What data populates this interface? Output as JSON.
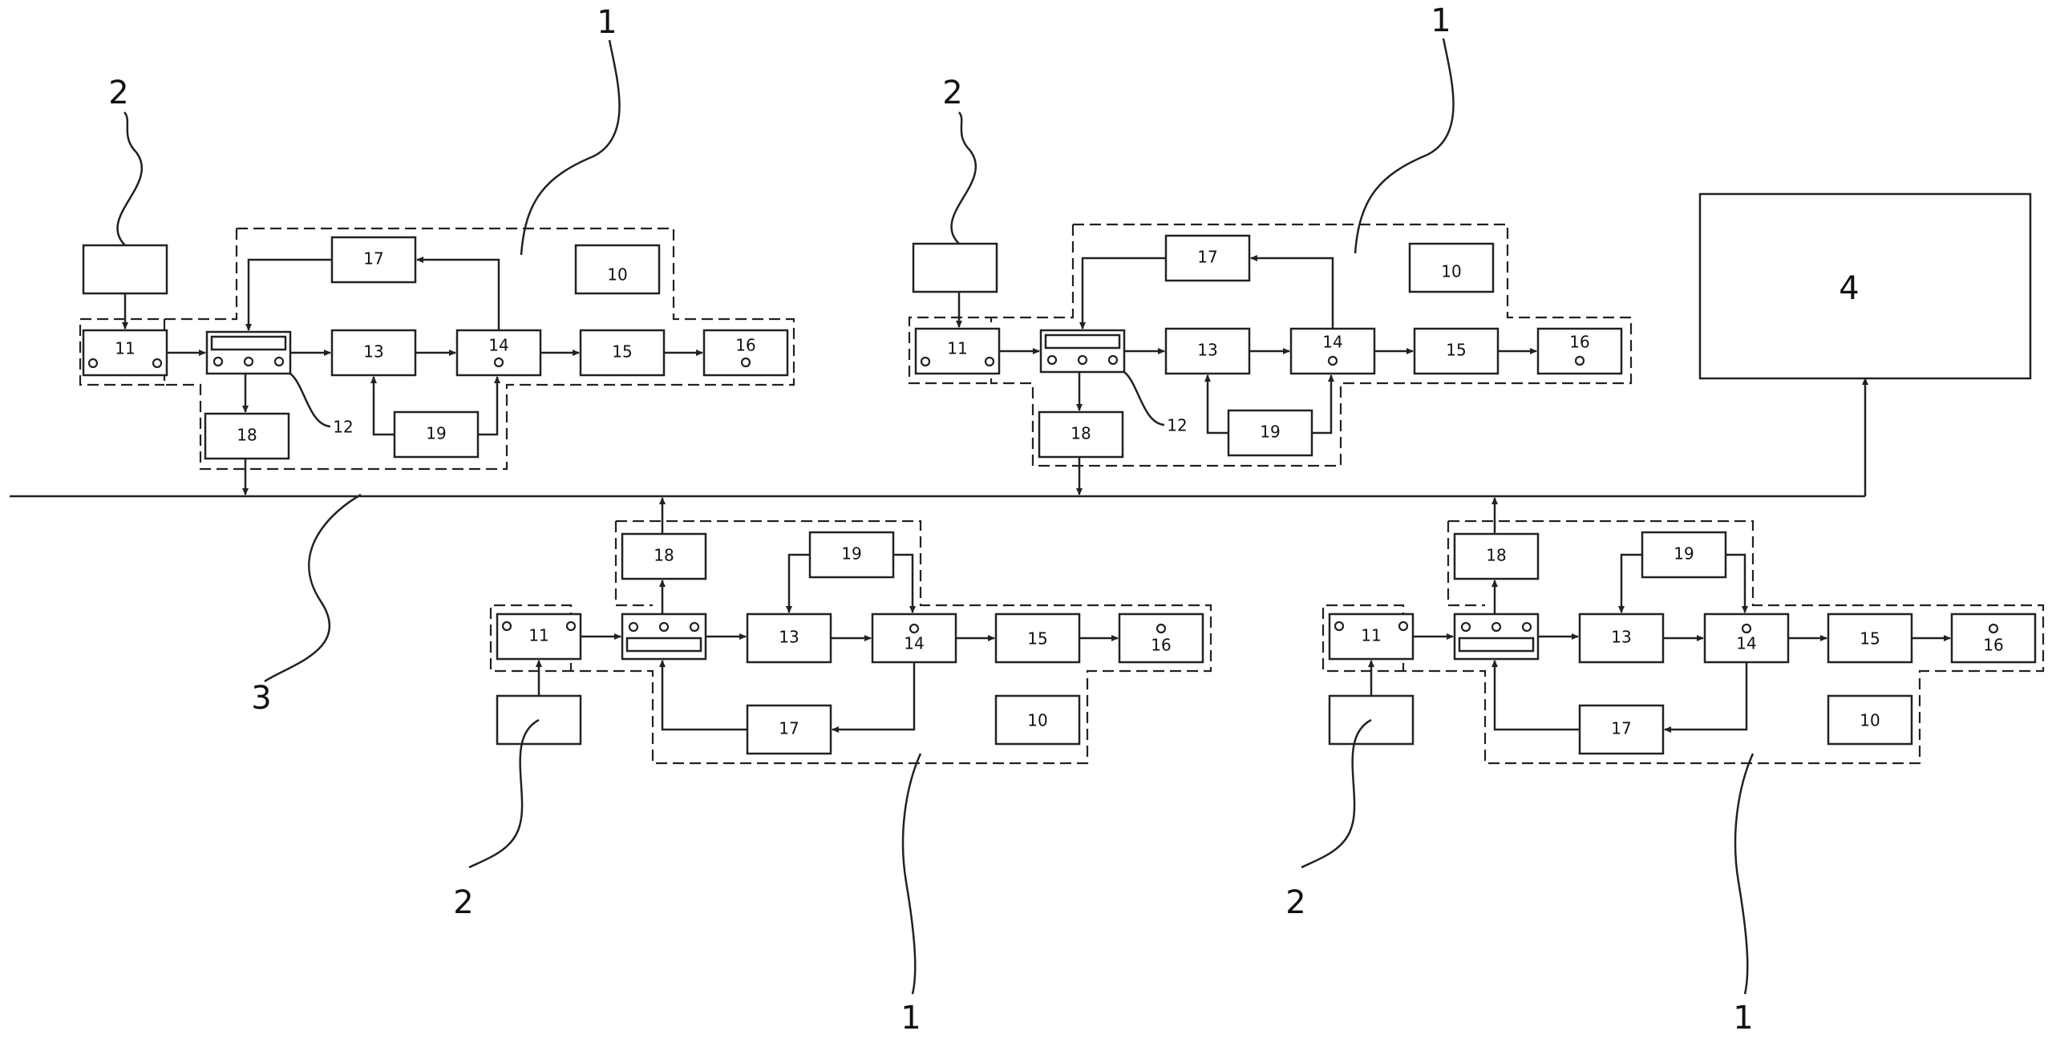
{
  "labels": {
    "b10": "10",
    "b11": "11",
    "b12": "12",
    "b13": "13",
    "b14": "14",
    "b15": "15",
    "b16": "16",
    "b17": "17",
    "b18": "18",
    "b19": "19",
    "ref1": "1",
    "ref2": "2",
    "ref3": "3",
    "ref4": "4"
  }
}
